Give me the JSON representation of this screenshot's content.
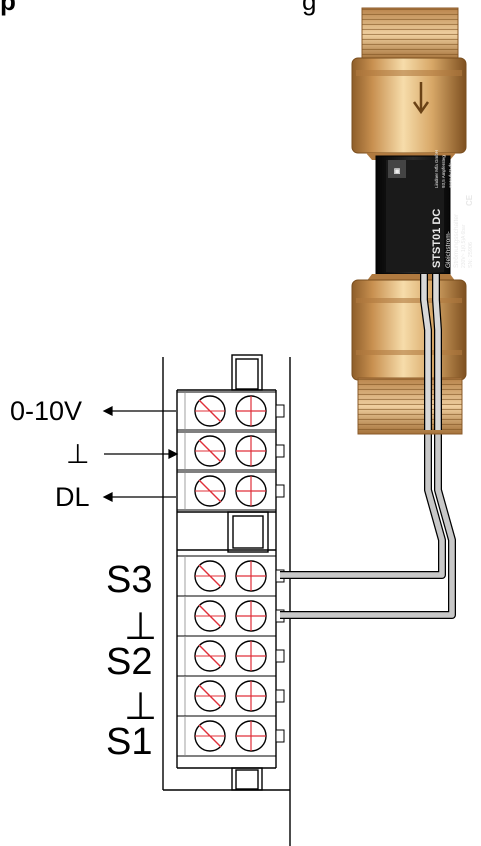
{
  "top_caption": {
    "bold": "p",
    "light": "g"
  },
  "labels": {
    "analog_out": "0-10V",
    "ground1": "⊥",
    "dl": "DL",
    "s3": "S3",
    "ground2": "⊥",
    "s2": "S2",
    "ground3": "⊥",
    "s1": "S1"
  },
  "device": {
    "model": "STST01 DC",
    "line1": "Gleichstrom-",
    "line2": "Strömungsschalter",
    "line3": "230V~ 1(0,5)A 6bar",
    "serial": "SN: 25906",
    "ce": "CE",
    "maker_block": "Gerber",
    "maker_line1": "Lindner Mfa GmbH",
    "maker_line2": "93,5 Ampfersteg",
    "maker_line3": "www.rk.tz.de"
  },
  "colors": {
    "brass_light": "#f0d4a0",
    "brass_mid": "#d8a868",
    "brass_dark": "#9a6a32",
    "label_black": "#151515",
    "screw_red": "#e0303a",
    "cable_grey": "#c8c8c8"
  }
}
